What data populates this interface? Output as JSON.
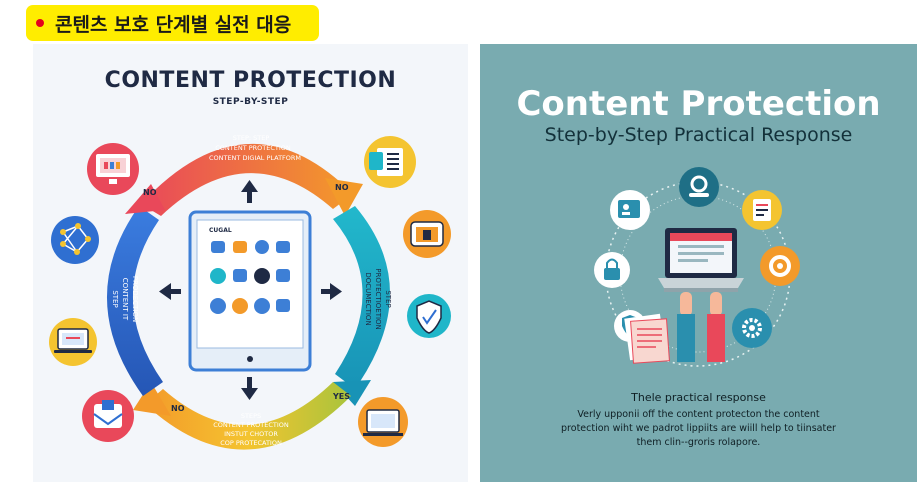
{
  "tag": {
    "label": "콘텐츠 보호 단계별 실전 대응",
    "dot_color": "#e5001c"
  },
  "left": {
    "title": "CONTENT PROTECTION",
    "subtitle": "STEP-BY-STEP",
    "top_arc": [
      "STEP: STEP",
      "CONTENT PROTECTION",
      "CONTENT DIGIAL PLATFORM"
    ],
    "left_arc": [
      "STEP",
      "CONTENT IT",
      "PRODECTION"
    ],
    "right_arc": [
      "DOCUMECTION",
      "PROTECTIOETION",
      "STEP"
    ],
    "bottom_arc": [
      "STEPS",
      "CONTENT PROTECTION",
      "INSTUT CHOTOR",
      "COP PROTECATION"
    ],
    "label_no_1": "NO",
    "label_no_2": "NO",
    "label_no_3": "NO",
    "label_yes": "YES",
    "tablet_label": "CUGAL",
    "icons": [
      "monitor-icon",
      "document-list-icon",
      "network-icon",
      "tablet-icon",
      "shield-icon",
      "laptop-icon",
      "inbox-icon",
      "computer-icon"
    ]
  },
  "right": {
    "title": "Content Protection",
    "subtitle": "Step-by-Step Practical Response",
    "body_title": "Thele practical response",
    "body_lines": [
      "Verly upponii off the content protecton the content",
      "protection wiht we padrot lippiits are wiill help to tiinsater",
      "them clin--groris rolapore."
    ]
  },
  "colors": {
    "red": "#e9485a",
    "orange": "#f39a2a",
    "yellow": "#f4c430",
    "green": "#a8c43c",
    "teal": "#1fb6c9",
    "blue": "#2f6fd1",
    "navy": "#1f2a44",
    "panel_teal": "#79abb0"
  }
}
